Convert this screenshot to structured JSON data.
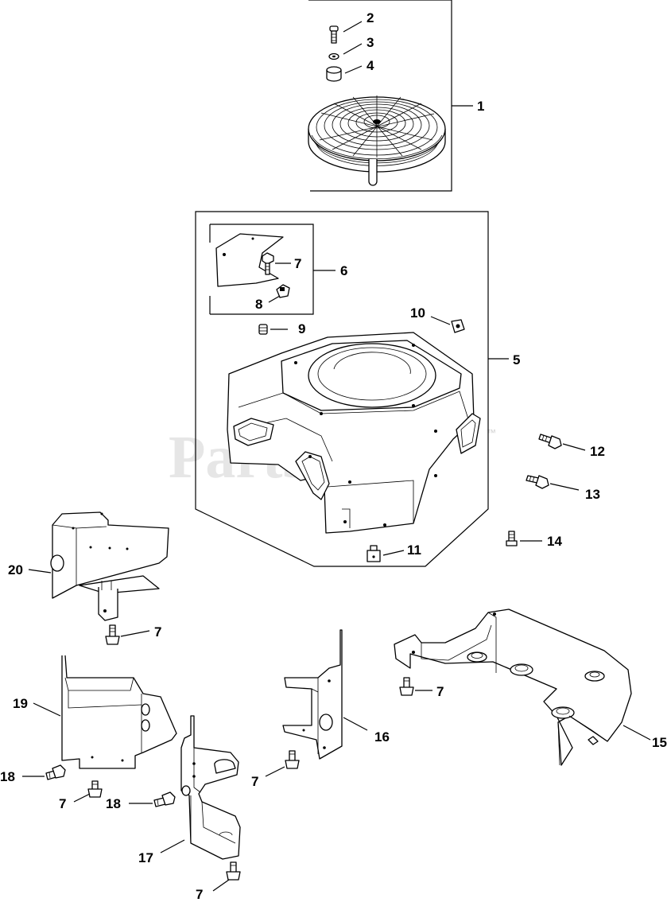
{
  "watermark": "PartsTree",
  "trademark": "™",
  "callouts": {
    "c1": "1",
    "c2": "2",
    "c3": "3",
    "c4": "4",
    "c5": "5",
    "c6": "6",
    "c7a": "7",
    "c7b": "7",
    "c7c": "7",
    "c7d": "7",
    "c7e": "7",
    "c7f": "7",
    "c8": "8",
    "c9": "9",
    "c10": "10",
    "c11": "11",
    "c12": "12",
    "c13": "13",
    "c14": "14",
    "c15": "15",
    "c16": "16",
    "c17": "17",
    "c18a": "18",
    "c18b": "18",
    "c19": "19",
    "c20": "20"
  }
}
